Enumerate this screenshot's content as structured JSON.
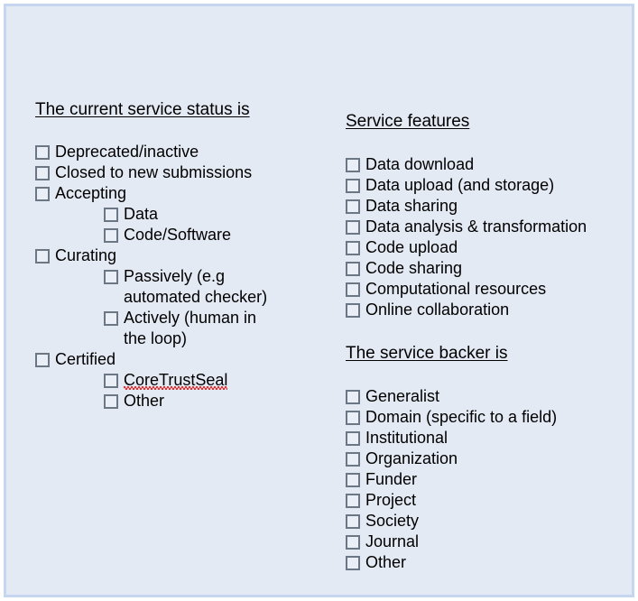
{
  "colors": {
    "page_background": "#e4eaf4",
    "page_border": "#c6d6f1",
    "checkbox_border": "#6b7785",
    "text": "#000000",
    "spellcheck_underline": "#ef2a2a"
  },
  "left_column": {
    "heading": "The current service status is",
    "items": [
      {
        "label": "Deprecated/inactive",
        "indent": 0,
        "checked": false
      },
      {
        "label": "Closed to new submissions",
        "indent": 0,
        "checked": false
      },
      {
        "label": "Accepting",
        "indent": 0,
        "checked": false
      },
      {
        "label": "Data",
        "indent": 1,
        "checked": false
      },
      {
        "label": "Code/Software",
        "indent": 1,
        "checked": false
      },
      {
        "label": "Curating",
        "indent": 0,
        "checked": false
      },
      {
        "label": "Passively (e.g\nautomated checker)",
        "indent": 1,
        "checked": false
      },
      {
        "label": "Actively (human in\nthe loop)",
        "indent": 1,
        "checked": false
      },
      {
        "label": "Certified",
        "indent": 0,
        "checked": false
      },
      {
        "label": "CoreTrustSeal",
        "indent": 1,
        "checked": false,
        "misspelled": true
      },
      {
        "label": "Other",
        "indent": 1,
        "checked": false
      }
    ]
  },
  "right_column": {
    "features": {
      "heading": "Service features",
      "items": [
        {
          "label": "Data download",
          "checked": false
        },
        {
          "label": "Data upload (and storage)",
          "checked": false
        },
        {
          "label": "Data sharing",
          "checked": false
        },
        {
          "label": "Data analysis & transformation",
          "checked": false
        },
        {
          "label": "Code upload",
          "checked": false
        },
        {
          "label": "Code sharing",
          "checked": false
        },
        {
          "label": "Computational resources",
          "checked": false
        },
        {
          "label": "Online collaboration",
          "checked": false
        }
      ]
    },
    "backer": {
      "heading": "The service backer is",
      "items": [
        {
          "label": "Generalist",
          "checked": false
        },
        {
          "label": "Domain (specific to a field)",
          "checked": false
        },
        {
          "label": "Institutional",
          "checked": false
        },
        {
          "label": "Organization",
          "checked": false
        },
        {
          "label": "Funder",
          "checked": false
        },
        {
          "label": "Project",
          "checked": false
        },
        {
          "label": "Society",
          "checked": false
        },
        {
          "label": "Journal",
          "checked": false
        },
        {
          "label": "Other",
          "checked": false
        }
      ]
    }
  }
}
